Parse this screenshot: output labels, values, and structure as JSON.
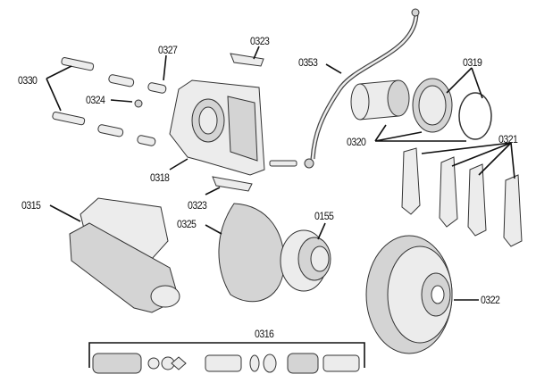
{
  "title": "Front brake assembly exploded diagram",
  "labels": {
    "p0330": "0330",
    "p0327": "0327",
    "p0323_top": "0323",
    "p0353": "0353",
    "p0319": "0319",
    "p0324": "0324",
    "p0320": "0320",
    "p0321": "0321",
    "p0318": "0318",
    "p0315": "0315",
    "p0323_bottom": "0323",
    "p0325": "0325",
    "p0155": "0155",
    "p0322": "0322",
    "p0316": "0316"
  }
}
